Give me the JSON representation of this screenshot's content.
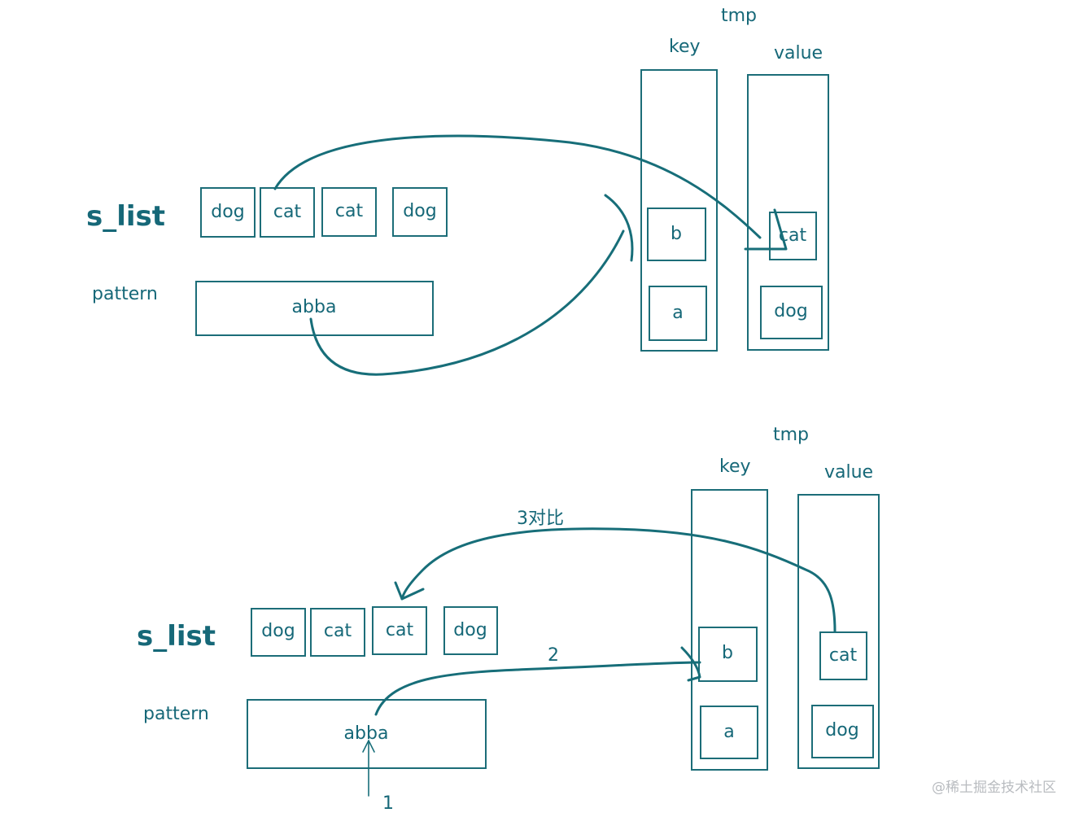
{
  "top": {
    "tmp_label": "tmp",
    "key_label": "key",
    "value_label": "value",
    "s_list_label": "s_list",
    "pattern_label": "pattern",
    "s_list": [
      "dog",
      "cat",
      "cat",
      "dog"
    ],
    "pattern": "abba",
    "keys": [
      "b",
      "a"
    ],
    "values": [
      "cat",
      "dog"
    ]
  },
  "bottom": {
    "tmp_label": "tmp",
    "key_label": "key",
    "value_label": "value",
    "s_list_label": "s_list",
    "pattern_label": "pattern",
    "s_list": [
      "dog",
      "cat",
      "cat",
      "dog"
    ],
    "pattern": "abba",
    "keys": [
      "b",
      "a"
    ],
    "values": [
      "cat",
      "dog"
    ],
    "step1": "1",
    "step2": "2",
    "step3": "3对比"
  },
  "watermark": "@稀土掘金技术社区",
  "colors": {
    "ink": "#166878",
    "watermark": "#b9bcc0"
  }
}
